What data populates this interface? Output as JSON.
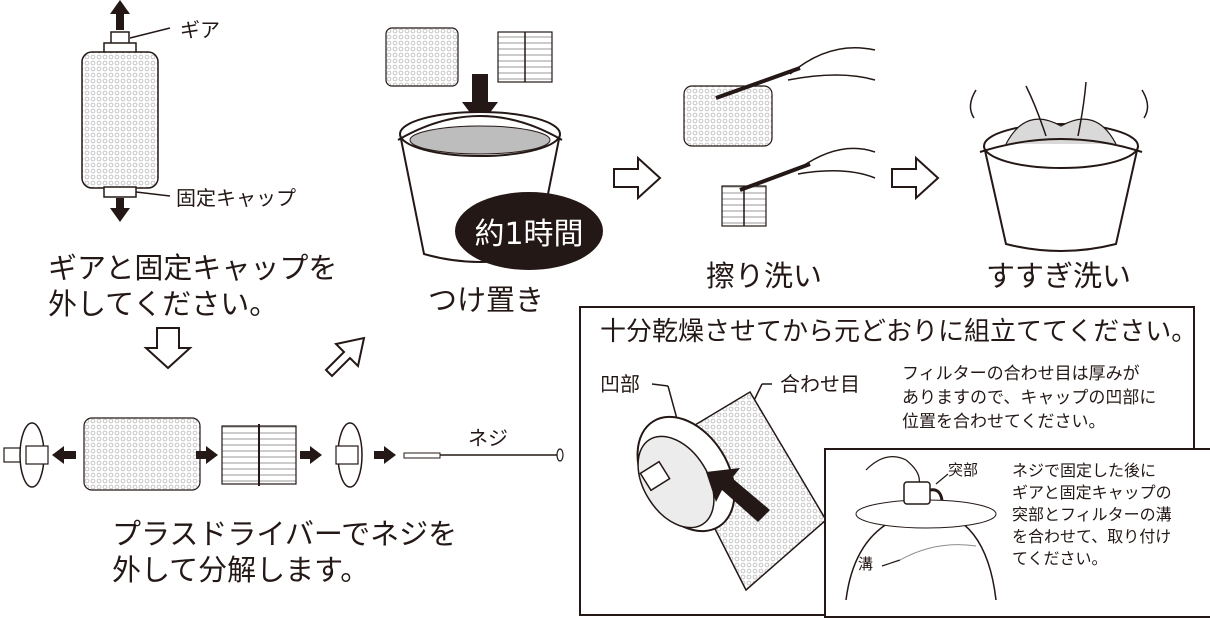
{
  "labels": {
    "gear": "ギア",
    "fixed_cap": "固定キャップ",
    "step1_line1": "ギアと固定キャップを",
    "step1_line2": "外してください。",
    "soak": "つけ置き",
    "soak_time": "約1時間",
    "scrub": "擦り洗い",
    "rinse": "すすぎ洗い",
    "screw": "ネジ",
    "step2_line1": "プラスドライバーでネジを",
    "step2_line2": "外して分解します。"
  },
  "instructions": {
    "title": "十分乾燥させてから元どおりに組立ててください。",
    "recess": "凹部",
    "seam": "合わせ目",
    "note_line1": "フィルターの合わせ目は厚みが",
    "note_line2": "ありますので、キャップの凹部に",
    "note_line3": "位置を合わせてください。"
  },
  "inset": {
    "protrusion": "突部",
    "groove": "溝",
    "note_line1": "ネジで固定した後に",
    "note_line2": "ギアと固定キャップの",
    "note_line3": "突部とフィルターの溝",
    "note_line4": "を合わせて、取り付け",
    "note_line5": "てください。"
  }
}
